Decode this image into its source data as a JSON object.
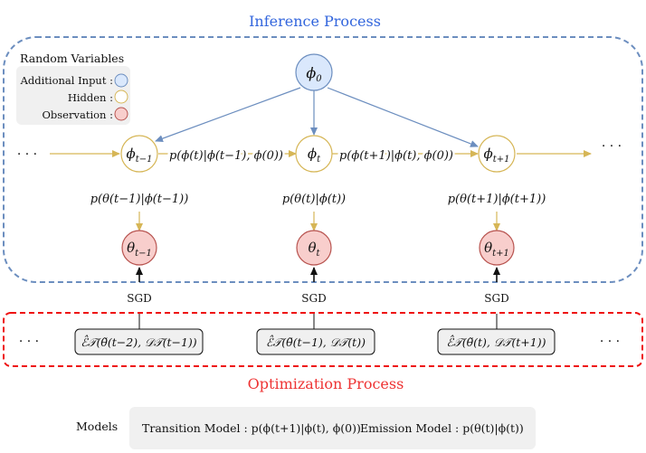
{
  "inference": {
    "title": "Inference Process",
    "title_color": "#3366dd",
    "border_color": "#6c8ebf"
  },
  "optimization": {
    "title": "Optimization Process",
    "title_color": "#ee3333",
    "border_color": "#ee1111"
  },
  "legend": {
    "title": "Random Variables",
    "items": [
      {
        "label": "Additional Input :",
        "kind": "additional"
      },
      {
        "label": "Hidden :",
        "kind": "hidden"
      },
      {
        "label": "Observation :",
        "kind": "observation"
      }
    ]
  },
  "colors": {
    "additional_fill": "#dae8fc",
    "additional_stroke": "#6c8ebf",
    "hidden_fill": "#ffffff",
    "hidden_stroke": "#d6b656",
    "observation_fill": "#f8cecc",
    "observation_stroke": "#b85450",
    "arrow_blue": "#6c8ebf",
    "arrow_gold": "#d6b656",
    "panel_gray": "#f0f0f0"
  },
  "nodes": {
    "phi0": {
      "base": "ϕ",
      "sub": "0"
    },
    "phi": [
      {
        "base": "ϕ",
        "sub": "t−1"
      },
      {
        "base": "ϕ",
        "sub": "t"
      },
      {
        "base": "ϕ",
        "sub": "t+1"
      }
    ],
    "theta": [
      {
        "base": "θ",
        "sub": "t−1"
      },
      {
        "base": "θ",
        "sub": "t"
      },
      {
        "base": "θ",
        "sub": "t+1"
      }
    ]
  },
  "transitions": [
    "p(ϕ(t)|ϕ(t−1), ϕ(0))",
    "p(ϕ(t+1)|ϕ(t), ϕ(0))"
  ],
  "emissions": [
    "p(θ(t−1)|ϕ(t−1))",
    "p(θ(t)|ϕ(t))",
    "p(θ(t+1)|ϕ(t+1))"
  ],
  "sgd_label": "SGD",
  "losses": [
    "ℰ̂𝒯(θ̃(t−2), 𝒟𝒯(t−1))",
    "ℰ̂𝒯(θ̃(t−1), 𝒟𝒯(t))",
    "ℰ̂𝒯(θ̃(t), 𝒟𝒯(t+1))"
  ],
  "ellipsis": "· · ·",
  "models": {
    "label": "Models",
    "transition": "Transition Model : p(ϕ(t+1)|ϕ(t), ϕ(0))",
    "emission": "Emission Model : p(θ(t)|ϕ(t))"
  }
}
